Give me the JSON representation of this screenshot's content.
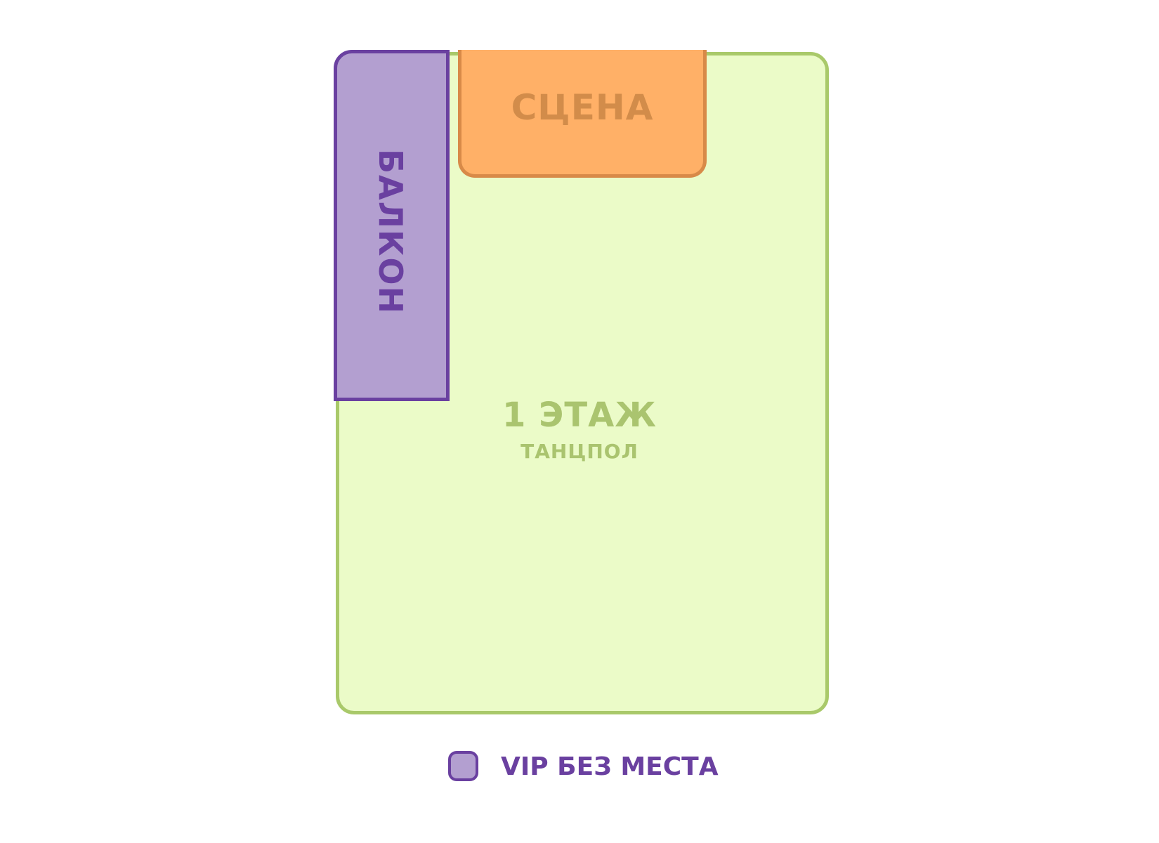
{
  "map": {
    "floor": {
      "title": "1 ЭТАЖ",
      "subtitle": "ТАНЦПОЛ",
      "fill_color": "#ebfbc8",
      "border_color": "#a9c96a"
    },
    "stage": {
      "label": "СЦЕНА",
      "fill_color": "#ffb067",
      "border_color": "#d88a48"
    },
    "balcony": {
      "label": "БАЛКОН",
      "fill_color": "#b39fd0",
      "border_color": "#6a40a0"
    }
  },
  "legend": {
    "items": [
      {
        "label": "VIP БЕЗ МЕСТА",
        "color": "#b39fd0"
      }
    ]
  }
}
